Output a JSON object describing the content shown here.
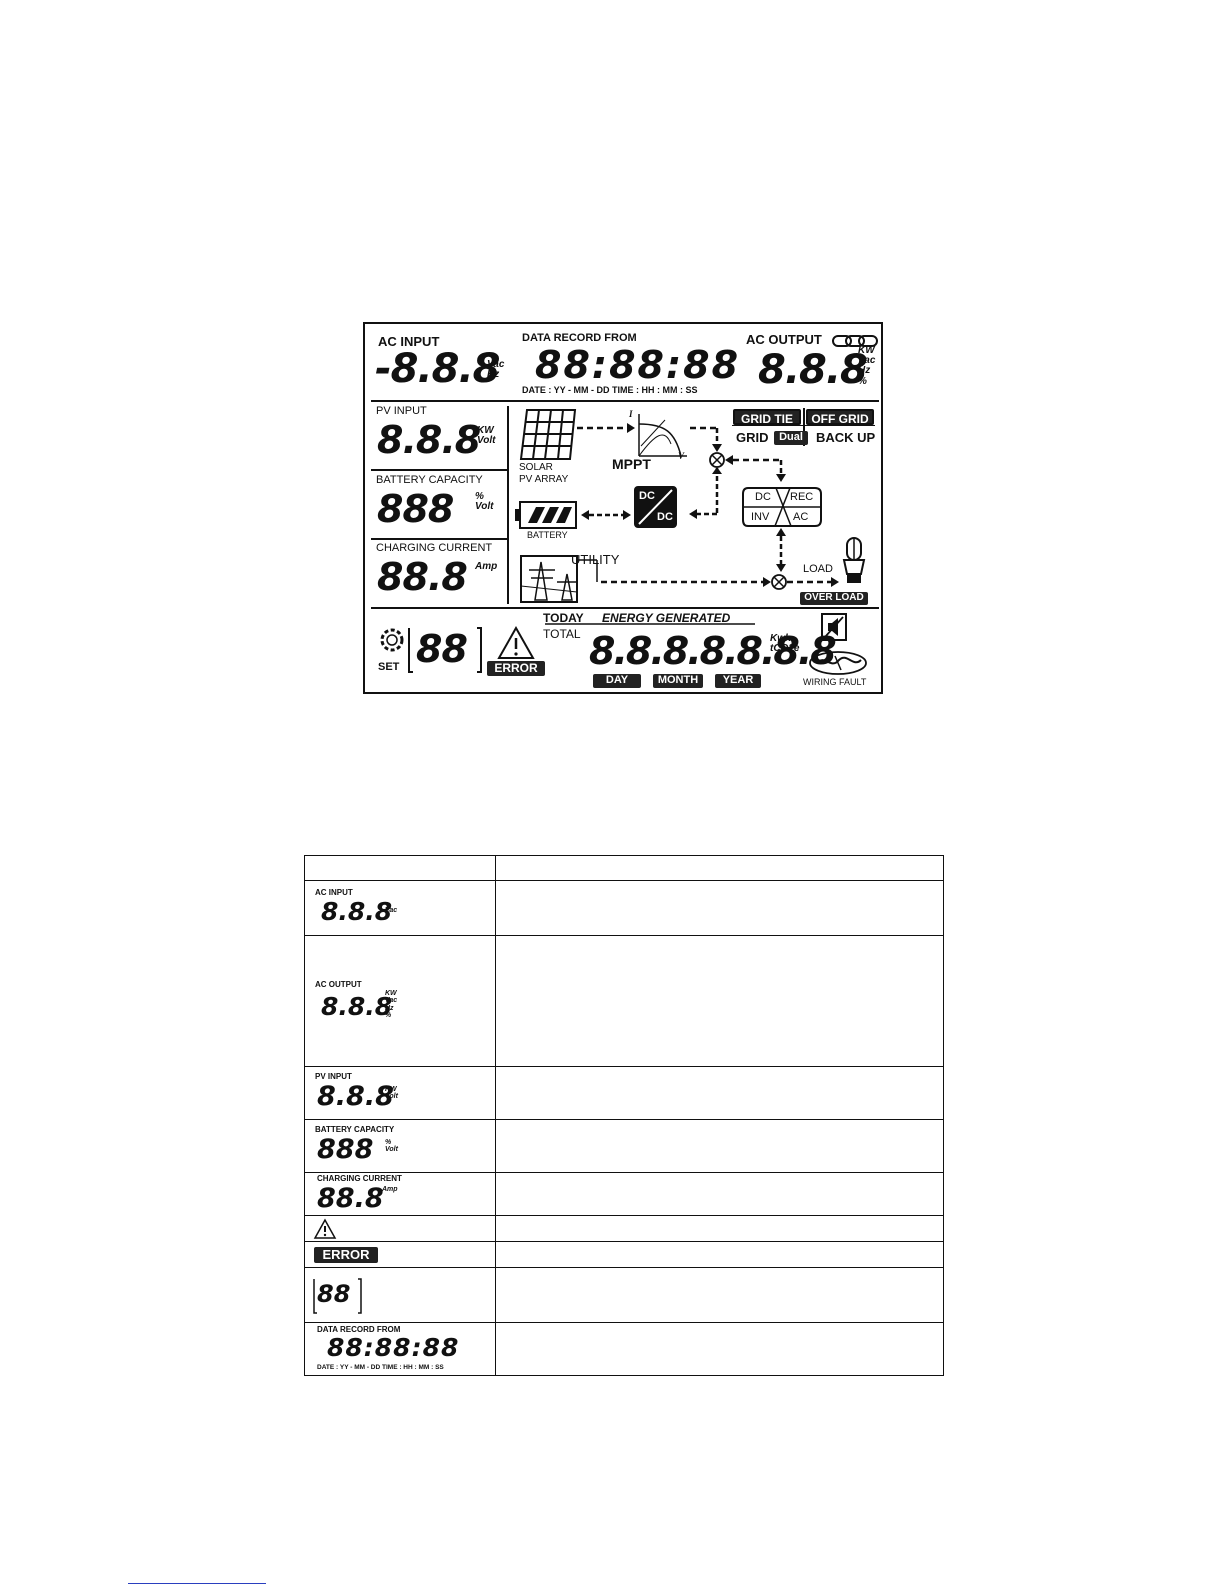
{
  "lcd": {
    "ac_input": {
      "label": "AC INPUT",
      "digits": "-8.8.8",
      "units": "Vac\nHz"
    },
    "data_record": {
      "label": "DATA RECORD FROM",
      "digits": "88:88:88",
      "format": "DATE : YY - MM - DD  TIME : HH : MM : SS"
    },
    "ac_output": {
      "label": "AC OUTPUT",
      "digits": "8.8.8",
      "units": "KW\nVac\nHz\n%"
    },
    "pv_input": {
      "label": "PV INPUT",
      "digits": "8.8.8",
      "units": "KW\nVolt"
    },
    "battery_capacity": {
      "label": "BATTERY  CAPACITY",
      "digits": "888",
      "units": "%\nVolt"
    },
    "charging_current": {
      "label": "CHARGING CURRENT",
      "digits": "88.8",
      "units": "Amp"
    },
    "diagram": {
      "solar_label": "SOLAR\nPV ARRAY",
      "mppt_label": "MPPT",
      "curve_i": "I",
      "curve_v": "V",
      "battery_label": "BATTERY",
      "dcdc_top": "DC",
      "dcdc_bottom": "DC",
      "utility_label": "UTILITY",
      "load_label": "LOAD",
      "overload_label": "OVER LOAD",
      "grid_tie": "GRID TIE",
      "off_grid": "OFF GRID",
      "grid": "GRID",
      "dual": "Dual",
      "back_up": "BACK UP",
      "conv_dc": "DC",
      "conv_rec": "REC",
      "conv_inv": "INV",
      "conv_ac": "AC"
    },
    "bottom": {
      "set_label": "SET",
      "code_digits": "88",
      "error_label": "ERROR",
      "today": "TODAY",
      "energy_generated": "ENERGY GENERATED",
      "total": "TOTAL",
      "energy_digits": "8.8.8.8.8.8.8",
      "energy_units": "Kwh\ntCO2e",
      "day": "DAY",
      "month": "MONTH",
      "year": "YEAR",
      "wiring_fault": "WIRING FAULT"
    }
  },
  "legend_table": {
    "header": [
      "",
      ""
    ],
    "rows": [
      {
        "label": "AC INPUT",
        "digits": "8.8.8",
        "units": "Vac",
        "description": ""
      },
      {
        "label": "AC OUTPUT",
        "digits": "8.8.8",
        "units": "KW\nVac\nHz\n%",
        "description": ""
      },
      {
        "label": "PV INPUT",
        "digits": "8.8.8",
        "units": "KW\nVolt",
        "description": ""
      },
      {
        "label": "BATTERY  CAPACITY",
        "digits": "888",
        "units": "%\nVolt",
        "description": ""
      },
      {
        "label": "CHARGING CURRENT",
        "digits": "88.8",
        "units": "Amp",
        "description": ""
      },
      {
        "label": "",
        "digits": "",
        "units": "",
        "description": ""
      },
      {
        "label": "ERROR",
        "digits": "",
        "units": "",
        "description": ""
      },
      {
        "label": "",
        "digits": "88",
        "units": "",
        "description": ""
      },
      {
        "label": "DATA RECORD FROM",
        "digits": "88:88:88",
        "units": "DATE : YY - MM - DD  TIME : HH : MM : SS",
        "description": ""
      }
    ]
  }
}
